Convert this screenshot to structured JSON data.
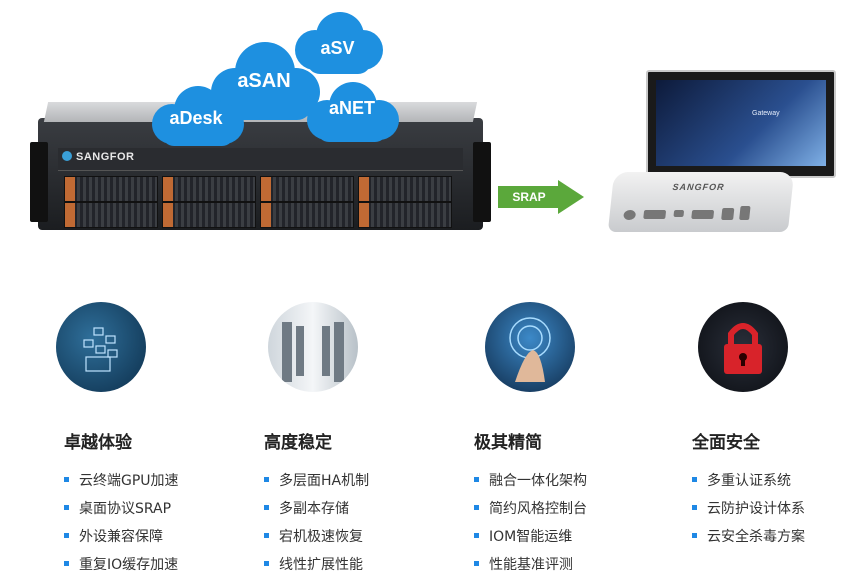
{
  "clouds": [
    "aSV",
    "aSAN",
    "aNET",
    "aDesk"
  ],
  "server": {
    "brand": "SANGFOR"
  },
  "arrow": {
    "label": "SRAP"
  },
  "monitor": {
    "brand": "Gateway"
  },
  "thin_client": {
    "brand": "SANGFOR"
  },
  "colors": {
    "cloud_blue": "#1e90e0",
    "arrow_green": "#5ba83b",
    "bullet_blue": "#1e88e5"
  },
  "features": [
    {
      "title": "卓越体验",
      "icon": "desktop-app-icon",
      "items": [
        "云终端GPU加速",
        "桌面协议SRAP",
        "外设兼容保障",
        "重复IO缓存加速"
      ]
    },
    {
      "title": "高度稳定",
      "icon": "datacenter-icon",
      "items": [
        "多层面HA机制",
        "多副本存储",
        "宕机极速恢复",
        "线性扩展性能"
      ]
    },
    {
      "title": "极其精简",
      "icon": "hand-touch-icon",
      "items": [
        "融合一体化架构",
        "简约风格控制台",
        "IOM智能运维",
        "性能基准评测"
      ]
    },
    {
      "title": "全面安全",
      "icon": "padlock-icon",
      "items": [
        "多重认证系统",
        "云防护设计体系",
        "云安全杀毒方案"
      ]
    }
  ]
}
